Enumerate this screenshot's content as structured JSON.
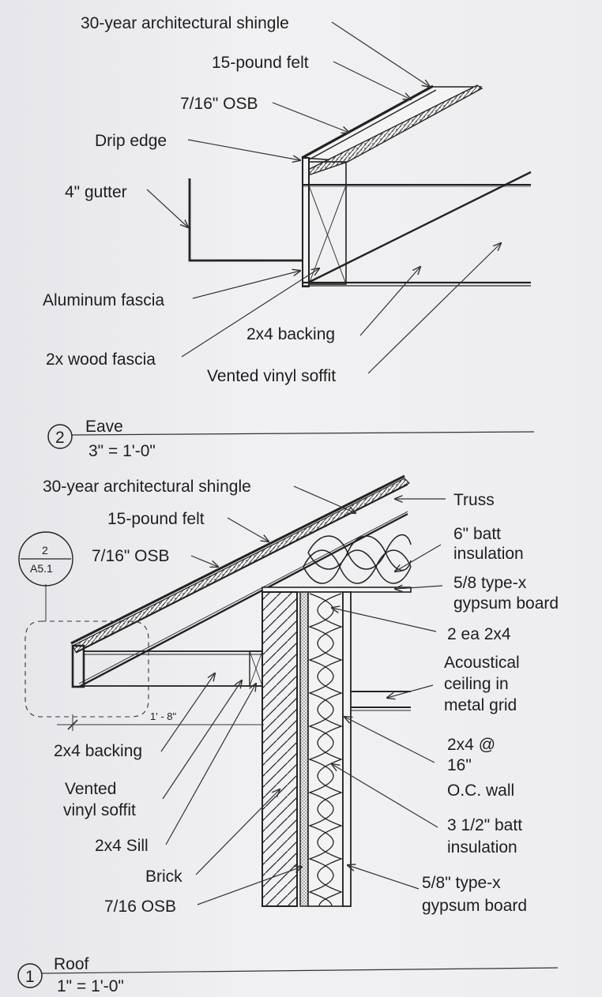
{
  "eave": {
    "labels": {
      "shingle": "30-year architectural shingle",
      "felt": "15-pound felt",
      "osb": "7/16\" OSB",
      "drip_edge": "Drip edge",
      "gutter": "4\" gutter",
      "aluminum_fascia": "Aluminum fascia",
      "wood_fascia": "2x wood fascia",
      "backing": "2x4 backing",
      "soffit": "Vented vinyl soffit"
    },
    "callout": {
      "number": "2",
      "title": "Eave",
      "scale": "3\" = 1'-0\""
    }
  },
  "roof": {
    "labels": {
      "shingle": "30-year architectural shingle",
      "felt": "15-pound felt",
      "osb": "7/16\" OSB",
      "truss": "Truss",
      "batt_6_line1": "6\" batt",
      "batt_6_line2": "insulation",
      "gyp_ceiling_line1": "5/8 type-x",
      "gyp_ceiling_line2": "gypsum board",
      "top_plate": "2 ea 2x4",
      "acoustical_line1": "Acoustical",
      "acoustical_line2": "ceiling in",
      "acoustical_line3": "metal grid",
      "wall_line1": "2x4 @",
      "wall_line2": "16\"",
      "wall_line3": "O.C. wall",
      "batt_35_line1": "3 1/2\" batt",
      "batt_35_line2": "insulation",
      "gyp_wall_line1": "5/8\" type-x",
      "gyp_wall_line2": "gypsum board",
      "backing": "2x4 backing",
      "soffit_line1": "Vented",
      "soffit_line2": "vinyl soffit",
      "sill": "2x4 Sill",
      "brick": "Brick",
      "osb_sheathing": "7/16 OSB",
      "overhang_dim": "1' - 8\""
    },
    "detail_tag": {
      "number": "2",
      "sheet": "A5.1"
    },
    "callout": {
      "number": "1",
      "title": "Roof",
      "scale": "1\" = 1'-0\""
    }
  }
}
